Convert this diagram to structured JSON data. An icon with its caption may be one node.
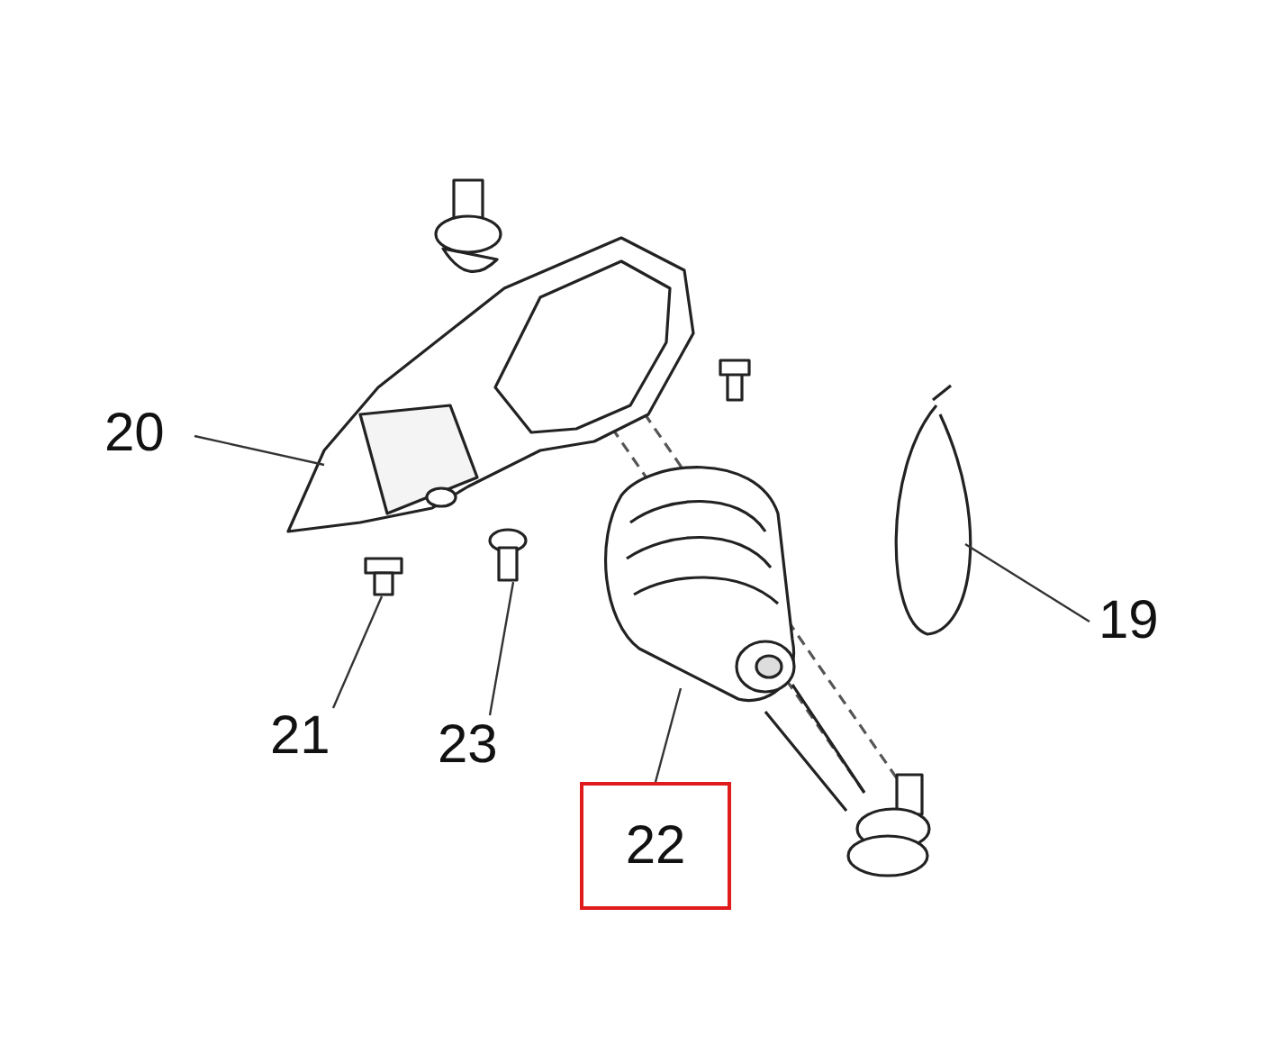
{
  "diagram": {
    "nodes": [
      {
        "text": [
          "20"
        ]
      },
      {
        "text": [],
        "shape": "picture"
      },
      {
        "text": [
          "19"
        ]
      },
      {
        "text": [],
        "shape": "picture"
      },
      {
        "text": [
          "21"
        ]
      },
      {
        "text": [],
        "shape": "picture"
      },
      {
        "text": [
          "23"
        ]
      },
      {
        "text": [],
        "shape": "picture"
      },
      {
        "text": [
          "22"
        ]
      },
      {
        "text": [],
        "shape": "picture"
      }
    ],
    "edges": [
      {
        "from": 0,
        "to": 1,
        "arrow": "none"
      },
      {
        "from": 2,
        "to": 3,
        "arrow": "none"
      },
      {
        "from": 4,
        "to": 5,
        "arrow": "none"
      },
      {
        "from": 6,
        "to": 7,
        "arrow": "none"
      },
      {
        "from": 8,
        "to": 9,
        "arrow": "none"
      }
    ]
  }
}
